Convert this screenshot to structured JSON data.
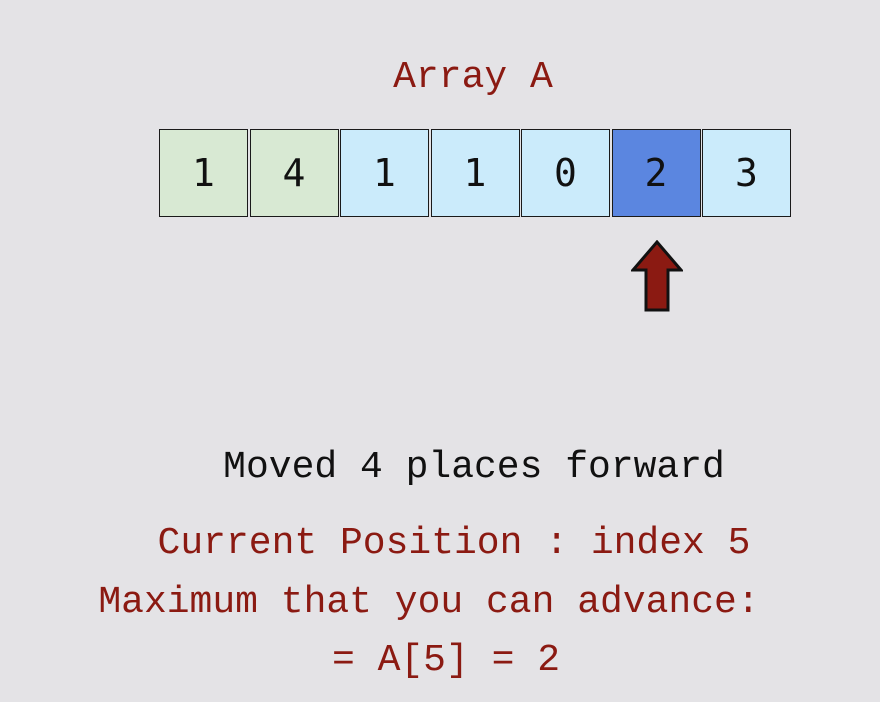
{
  "title": "Array A",
  "array": {
    "values": [
      "1",
      "4",
      "1",
      "1",
      "0",
      "2",
      "3"
    ],
    "visited_color": "#d8e9d3",
    "default_color": "#cbebfb",
    "current_color": "#5b86e0",
    "current_index": 5,
    "visited_count": 2
  },
  "pointer": {
    "icon": "up-arrow-icon",
    "fill": "#8b1a12"
  },
  "status": {
    "moved": "Moved 4 places forward",
    "position": "Current Position : index 5",
    "max_label": "Maximum that you can advance:",
    "max_value": "= A[5] = 2"
  }
}
